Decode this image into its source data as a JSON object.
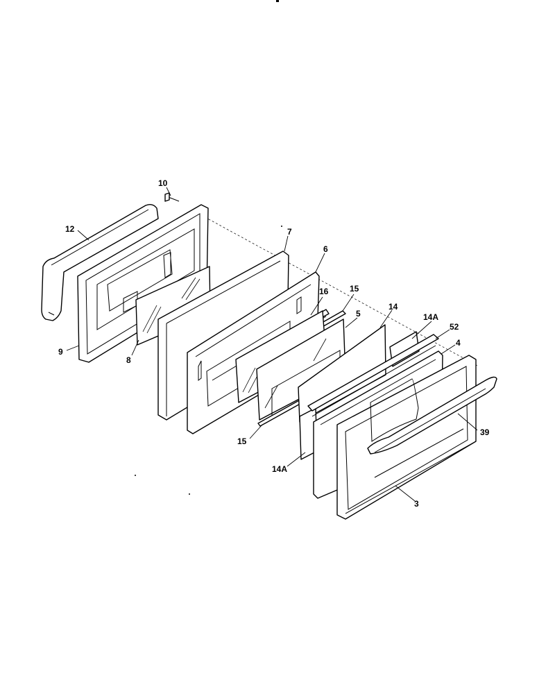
{
  "callouts": {
    "c10": "10",
    "c12": "12",
    "c7": "7",
    "c6": "6",
    "c16": "16",
    "c15a": "15",
    "c5": "5",
    "c14": "14",
    "c14a_top": "14A",
    "c52": "52",
    "c4": "4",
    "c9": "9",
    "c8": "8",
    "c15b": "15",
    "c39": "39",
    "c14a_bottom": "14A",
    "c3": "3"
  }
}
